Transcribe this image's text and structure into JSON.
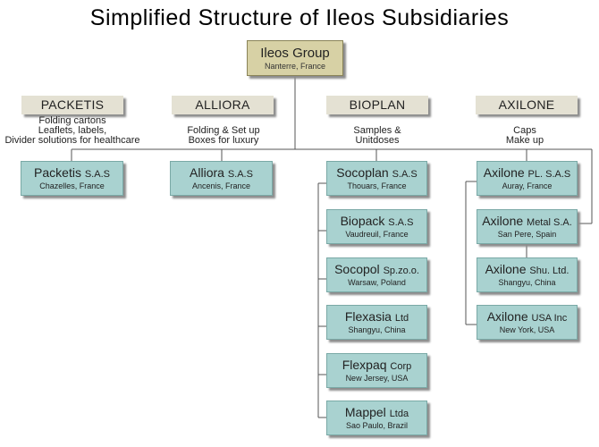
{
  "title": "Simplified Structure of Ileos Subsidiaries",
  "root": {
    "name": "Ileos Group",
    "location": "Nanterre, France"
  },
  "divisions": [
    {
      "label": "PACKETIS",
      "description": [
        "Folding cartons",
        "Leaflets, labels,",
        "Divider solutions for healthcare"
      ],
      "companies": [
        {
          "name": "Packetis",
          "suffix": "S.A.S",
          "location": "Chazelles, France"
        }
      ]
    },
    {
      "label": "ALLIORA",
      "description": [
        "Folding & Set up",
        "Boxes for luxury"
      ],
      "companies": [
        {
          "name": "Alliora",
          "suffix": "S.A.S",
          "location": "Ancenis, France"
        }
      ]
    },
    {
      "label": "BIOPLAN",
      "description": [
        "Samples &",
        "Unitdoses"
      ],
      "companies": [
        {
          "name": "Socoplan",
          "suffix": "S.A.S",
          "location": "Thouars, France"
        },
        {
          "name": "Biopack",
          "suffix": "S.A.S",
          "location": "Vaudreuil, France"
        },
        {
          "name": "Socopol",
          "suffix": "Sp.zo.o.",
          "location": "Warsaw, Poland"
        },
        {
          "name": "Flexasia",
          "suffix": "Ltd",
          "location": "Shangyu, China"
        },
        {
          "name": "Flexpaq",
          "suffix": "Corp",
          "location": "New Jersey, USA"
        },
        {
          "name": "Mappel",
          "suffix": "Ltda",
          "location": "Sao Paulo, Brazil"
        }
      ]
    },
    {
      "label": "AXILONE",
      "description": [
        "Caps",
        "Make up"
      ],
      "companies": [
        {
          "name": "Axilone",
          "suffix": "PL. S.A.S",
          "location": "Auray, France"
        },
        {
          "name": "Axilone",
          "suffix": "Metal S.A.",
          "location": "San Pere, Spain"
        },
        {
          "name": "Axilone",
          "suffix": "Shu. Ltd.",
          "location": "Shangyu, China"
        },
        {
          "name": "Axilone",
          "suffix": "USA Inc",
          "location": "New York, USA"
        }
      ]
    }
  ],
  "colors": {
    "root_fill": "#d7d1a5",
    "division_fill": "#e4e1d3",
    "company_fill": "#a9d2d0",
    "line": "#555555"
  }
}
